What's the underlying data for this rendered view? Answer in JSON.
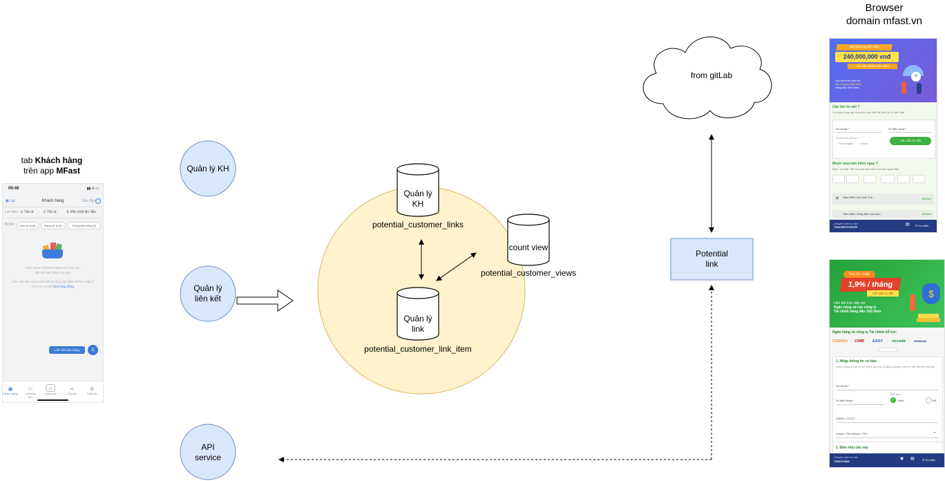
{
  "phone_caption": {
    "line1_prefix": "tab ",
    "line1_bold": "Khách hàng",
    "line2_prefix": "trên app ",
    "line2_bold": "MFast"
  },
  "phone": {
    "time": "09:48",
    "nav_left": "Lọc",
    "title": "Khách hàng",
    "nav_right": "Gần đây",
    "filter_label": "Lọc theo",
    "filter_a": "Tất cả",
    "filter_b": "Tất cả",
    "filter_c": "Mới nhất lên đầu",
    "status_label": "Bộ lọc",
    "status_1": "Chờ xử lý (0)",
    "status_2": "Đang xử lý (0)",
    "status_3": "Không liên rằng (0)",
    "empty_line1": "Hiện chưa có khách hàng nào tham gia",
    "empty_line2": "liên kết bán hàng của bạn",
    "empty_line3": "Liên Kết Bán Hàng trên MFast giúp bạn đem về thu nhập lí",
    "empty_line4": "chờ xử, chi tiết",
    "empty_link": "Xem hợp đồng",
    "cta_button": "Liên kết bán hàng",
    "nav_items": [
      "Khách hàng",
      "Cộng tác viên",
      "Trang chủ",
      "Chia sẻ",
      "Thiết lập"
    ]
  },
  "nodes": {
    "quan_ly_kh": "Quản lý KH",
    "quan_ly_lien_ket_1": "Quản lý",
    "quan_ly_lien_ket_2": "liên kết",
    "api_1": "API",
    "api_2": "service",
    "potential_1": "Potential",
    "potential_2": "link",
    "cloud": "from gitLab"
  },
  "databases": {
    "db1_line1": "Quản lý",
    "db1_line2": "KH",
    "db1_name": "potential_customer_links",
    "db2_line1": "count view",
    "db2_name": "potential_customer_views",
    "db3_line1": "Quản lý",
    "db3_line2": "link",
    "db3_name": "potential_customer_link_item"
  },
  "browser": {
    "line1": "Browser",
    "line2": "domain mfast.vn"
  },
  "ad1": {
    "badge_top": "Bồi thường lên đến",
    "amount": "240,000,000 vnđ",
    "badge_bottom": "Tuỳ sản phẩm bảo hiểm",
    "tagline_1": "Liên kết trực tiếp với",
    "tagline_2": "các công ty Bảo hiểm",
    "tagline_3": "hàng đầu Việt Nam",
    "form_title": "Cần tôn tư vấn ?",
    "form_sub": "Vui lòng cung cấp thông tin cần thiết để liên hệ tư vấn nhất",
    "field_name": "Họ và tên *",
    "field_phone": "Số điện thoại *",
    "field_q": "Có thể tôn hỗ trợ *",
    "radio_a": "Trả lời ngay",
    "radio_b": "Khác",
    "submit": "Yêu cầu tư vấn",
    "buy_title": "Muốn mua bảo hiểm ngay ?",
    "buy_sub": "Bấm \"Chi tiết\" để mua các bảo hiểm mà bạn quan tâm",
    "product_1": "Bảo Hiểm Vật chất Ô tô",
    "product_2": "Bảo Hiểm Vững tâm mùa dịch",
    "detail": "Chi tiết",
    "footer_label": "Chuyên viên tư vấn",
    "footer_name": "THACRETPOPUPI",
    "footer_call": "Gọi điện"
  },
  "ad2": {
    "badge_top": "Vay tín chấp",
    "rate": "1,9% / tháng",
    "badge_bottom": "Lãi suất ưu đãi",
    "tagline_1": "Liên kết trực tiếp với",
    "tagline_2": "Ngân hàng và các công ty",
    "tagline_3": "Tài chính hàng đầu Việt Nam",
    "partners_title": "Ngân hàng và công ty Tài chính hỗ trợ:",
    "partners": [
      "CASH24",
      "CIMB",
      "EASY",
      "mcredit",
      "SHINHAN"
    ],
    "step1": "1. Nhập thông tin cơ bản",
    "step1_sub": "Giúp chúng tôi sẽ hỗ trợ tham gia vay và giúp chuyên viên tư vấn liên hệ với bạn",
    "field_name": "Họ và tên *",
    "field_phone": "Số điện thoại *",
    "gender_label": "Giới tính *",
    "gender_male": "Nam",
    "gender_female": "Nữ",
    "field_id": "CMND / CCCD *",
    "field_city": "Huyện / Tỉnh (Quận / TP) *",
    "step2": "2. Điền nhu cầu vay",
    "footer_label": "Chuyên viên tư vấn",
    "footer_name": "TUNGTUNG",
    "footer_call": "Gọi điện"
  }
}
